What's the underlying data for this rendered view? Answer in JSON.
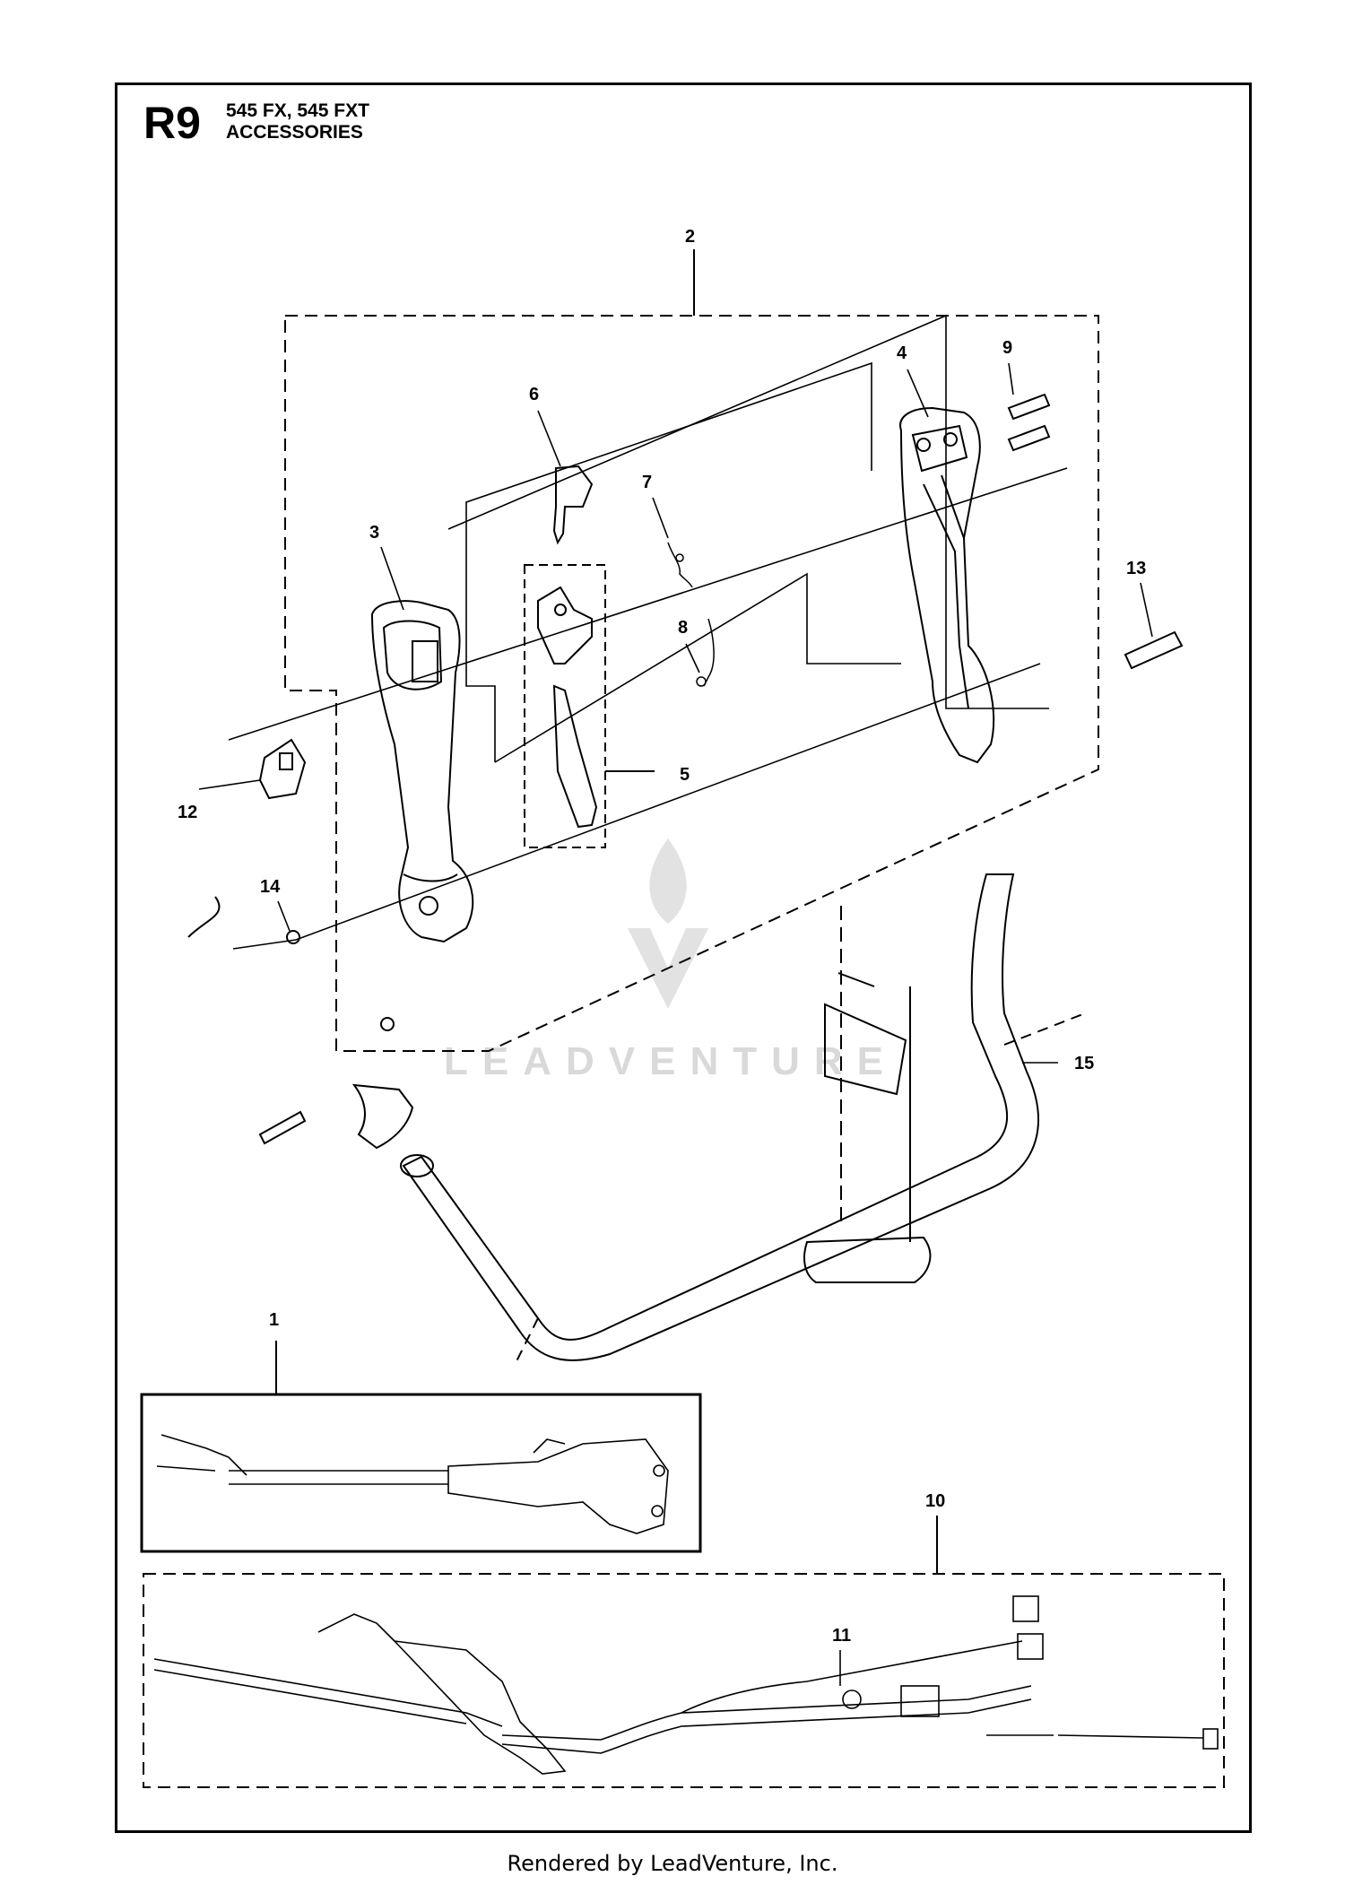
{
  "header": {
    "section_code": "R9",
    "models": "545 FX, 545 FXT",
    "section_title": "ACCESSORIES"
  },
  "watermark": "LEADVENTURE",
  "footer": "Rendered by LeadVenture, Inc.",
  "callouts": [
    "1",
    "2",
    "3",
    "4",
    "5",
    "6",
    "7",
    "8",
    "9",
    "10",
    "11",
    "12",
    "13",
    "14",
    "15"
  ],
  "colors": {
    "line": "#000000",
    "watermark": "#d9d9d9",
    "background": "#ffffff"
  }
}
